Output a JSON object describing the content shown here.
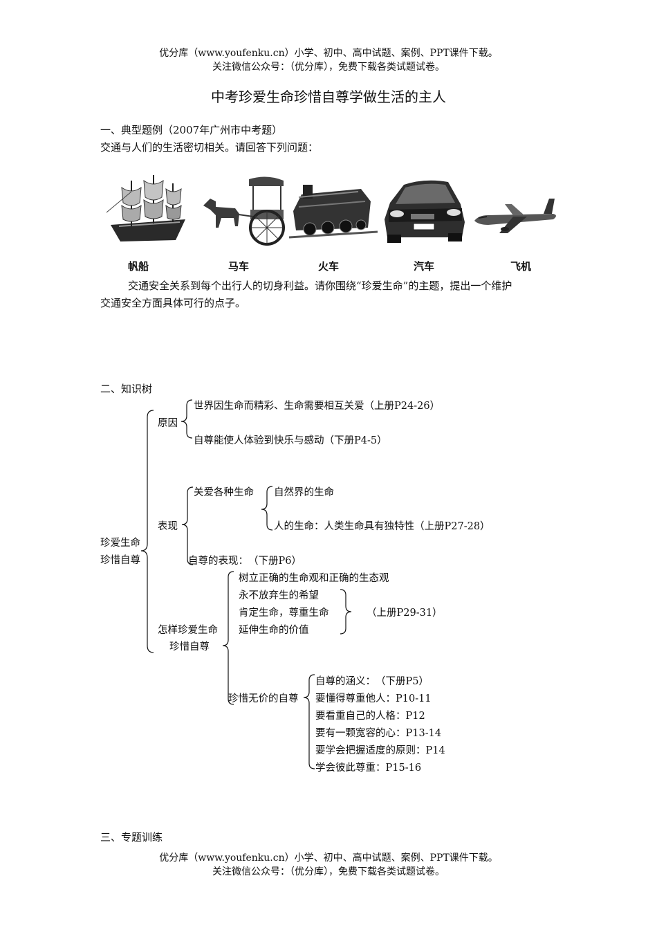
{
  "header": {
    "line1": "优分库（www.youfenku.cn）小学、初中、高中试题、案例、PPT课件下载。",
    "line2": "关注微信公众号：（优分库），免费下载各类试题试卷。"
  },
  "title": "中考珍爱生命珍惜自尊学做生活的主人",
  "section1": {
    "heading": "一、典型题例（2007年广州市中考题）",
    "intro": "交通与人们的生活密切相关。请回答下列问题：",
    "images": [
      {
        "caption": "帆船",
        "icon": "sailing-ship-icon"
      },
      {
        "caption": "马车",
        "icon": "horse-carriage-icon"
      },
      {
        "caption": "火车",
        "icon": "train-icon"
      },
      {
        "caption": "汽车",
        "icon": "car-icon"
      },
      {
        "caption": "飞机",
        "icon": "airplane-icon"
      }
    ],
    "question_line1": "交通安全关系到每个出行人的切身利益。请你围绕“珍爱生命”的主题，提出一个维护",
    "question_line2": "交通安全方面具体可行的点子。"
  },
  "section2": {
    "heading": "二、知识树",
    "root_line1": "珍爱生命",
    "root_line2": "珍惜自尊",
    "reason": {
      "label": "原因",
      "items": [
        "世界因生命而精彩、生命需要相互关爱（上册P24-26）",
        "自尊能使人体验到快乐与感动（下册P4-5）"
      ]
    },
    "expression": {
      "label": "表现",
      "care_label": "关爱各种生命",
      "care_items": [
        "自然界的生命",
        "人的生命：人类生命具有独特性（上册P27-28）"
      ],
      "self_respect": "自尊的表现：　（下册P6）"
    },
    "how": {
      "label_line1": "怎样珍爱生命",
      "label_line2": "珍惜自尊",
      "life_items": [
        "树立正确的生命观和正确的生态观",
        "永不放弃生的希望",
        "肯定生命，尊重生命",
        "延伸生命的价值"
      ],
      "life_ref": "（上册P29-31）",
      "dignity_label": "珍惜无价的自尊",
      "dignity_items": [
        "自尊的涵义：　（下册P5）",
        "要懂得尊重他人：P10-11",
        "要看重自己的人格：P12",
        "要有一颗宽容的心：P13-14",
        "要学会把握适度的原则：P14",
        "学会彼此尊重：P15-16"
      ]
    }
  },
  "section3": {
    "heading": "三、专题训练"
  }
}
